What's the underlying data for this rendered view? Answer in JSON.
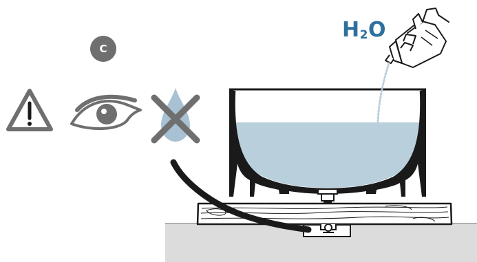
{
  "labels": {
    "water_h": "H",
    "water_sub": "2",
    "water_o": "O",
    "badge": "C"
  },
  "icons": [
    "warning-icon",
    "eye-icon",
    "no-water-icon"
  ],
  "colors": {
    "outline": "#1a1a1a",
    "water": "#b9cfdc",
    "water_label": "#2e6f9e",
    "icon_gray": "#6f6f6f",
    "water_drop": "#a9c2d3",
    "counter": "#dcdcdc",
    "wood": "#ffffff"
  }
}
